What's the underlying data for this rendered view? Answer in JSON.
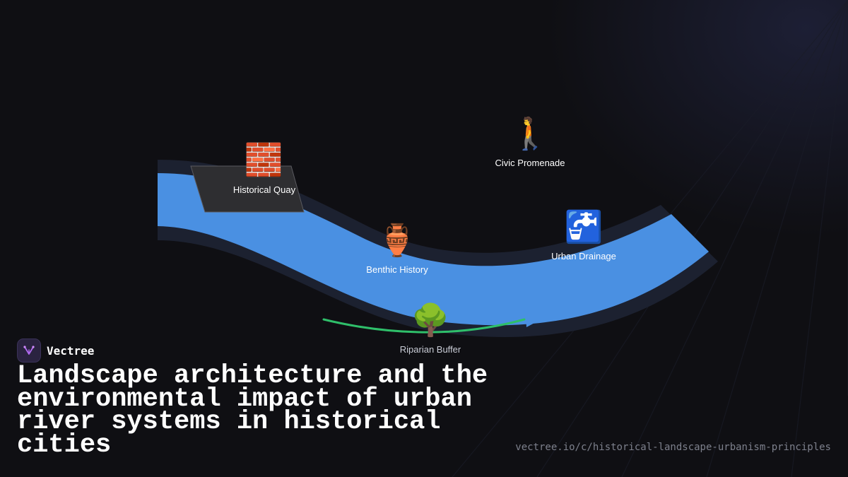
{
  "brand": {
    "name": "Vectree"
  },
  "headline": "Landscape architecture and the environmental impact of urban river systems in historical cities",
  "url": "vectree.io/c/historical-landscape-urbanism-principles",
  "nodes": {
    "historical_quay": {
      "label": "Historical Quay",
      "icon": "brick-icon",
      "glyph": "🧱"
    },
    "civic_promenade": {
      "label": "Civic Promenade",
      "icon": "walking-person-icon",
      "glyph": "🚶"
    },
    "benthic_history": {
      "label": "Benthic History",
      "icon": "amphora-icon",
      "glyph": "🏺"
    },
    "urban_drainage": {
      "label": "Urban Drainage",
      "icon": "water-tap-icon",
      "glyph": "🚰"
    },
    "riparian_buffer": {
      "label": "Riparian Buffer",
      "icon": "tree-icon",
      "glyph": "🌳"
    }
  },
  "colors": {
    "background": "#0f0f13",
    "river": "#4a90e2",
    "river_bank": "#1c2130",
    "quay": "#2e2e31",
    "buffer_line": "#2fbf6a",
    "text": "#ffffff",
    "url_text": "#7d808c"
  }
}
